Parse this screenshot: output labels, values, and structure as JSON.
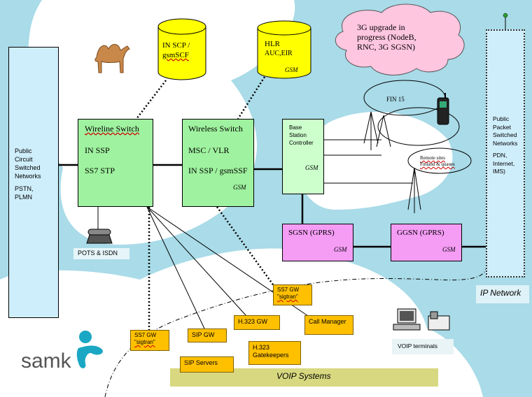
{
  "pstn": {
    "line1": "Public",
    "line2": "Circuit",
    "line3": "Switched",
    "line4": "Networks",
    "line5": "PSTN,",
    "line6": "PLMN"
  },
  "in_scp": {
    "line1": "IN SCP /",
    "line2": "gsmSCF"
  },
  "hlr": {
    "line1": "HLR",
    "line2": "AUC,EIR",
    "tag": "GSM"
  },
  "cloud_3g": {
    "line1": "3G upgrade in",
    "line2": "progress (NodeB,",
    "line3": "RNC, 3G SGSN)"
  },
  "wireline_switch": {
    "title": "Wireline Switch",
    "line1": "IN  SSP",
    "line2": "SS7 STP"
  },
  "wireless_switch": {
    "title": "Wireless Switch",
    "line1": "MSC / VLR",
    "line2": "IN SSP / gsmSSF",
    "tag": "GSM"
  },
  "bsc": {
    "line1": "Base",
    "line2": "Station",
    "line3": "Controller",
    "tag": "GSM"
  },
  "fin15": {
    "label": "FIN 15"
  },
  "remote_sites": {
    "line1": "Remote sites",
    "line2": "Finland & quaues"
  },
  "sgsn": {
    "label": "SGSN (GPRS)",
    "tag": "GSM"
  },
  "ggsn": {
    "label": "GGSN (GPRS)",
    "tag": "GSM"
  },
  "ppsn": {
    "line1": "Public",
    "line2": "Packet",
    "line3": "Switched",
    "line4": "Networks",
    "line5": "PDN,",
    "line6": "Internet,",
    "line7": "IMS)"
  },
  "ip_network": {
    "label": "IP Network"
  },
  "pots": {
    "label": "POTS & ISDN"
  },
  "voip_terminals": {
    "label": "VOIP terminals"
  },
  "ss7_gw_a": {
    "line1": "SS7 GW",
    "line2": "\"sigtran\""
  },
  "ss7_gw_b": {
    "line1": "SS7 GW",
    "line2": "\"sigtran\""
  },
  "sip_gw": {
    "label": "SIP GW"
  },
  "h323_gw": {
    "label": "H.323 GW"
  },
  "call_manager": {
    "label": "Call Manager"
  },
  "h323_gk": {
    "line1": "H.323",
    "line2": "Gatekeepers"
  },
  "sip_servers": {
    "label": "SIP Servers"
  },
  "voip_systems": {
    "label": "VOIP Systems"
  },
  "logo": {
    "text": "samk"
  },
  "colors": {
    "background": "#a9dbe8",
    "switch_green": "#9ff29f",
    "gprs_pink": "#f59cf5",
    "voip_orange": "#ffc000",
    "database_yellow": "#ffff00",
    "cloud_pink": "#ffc6e0",
    "voip_band": "#d8d880",
    "network_panel": "#cfeefb",
    "logo_teal": "#1aa7c4"
  }
}
